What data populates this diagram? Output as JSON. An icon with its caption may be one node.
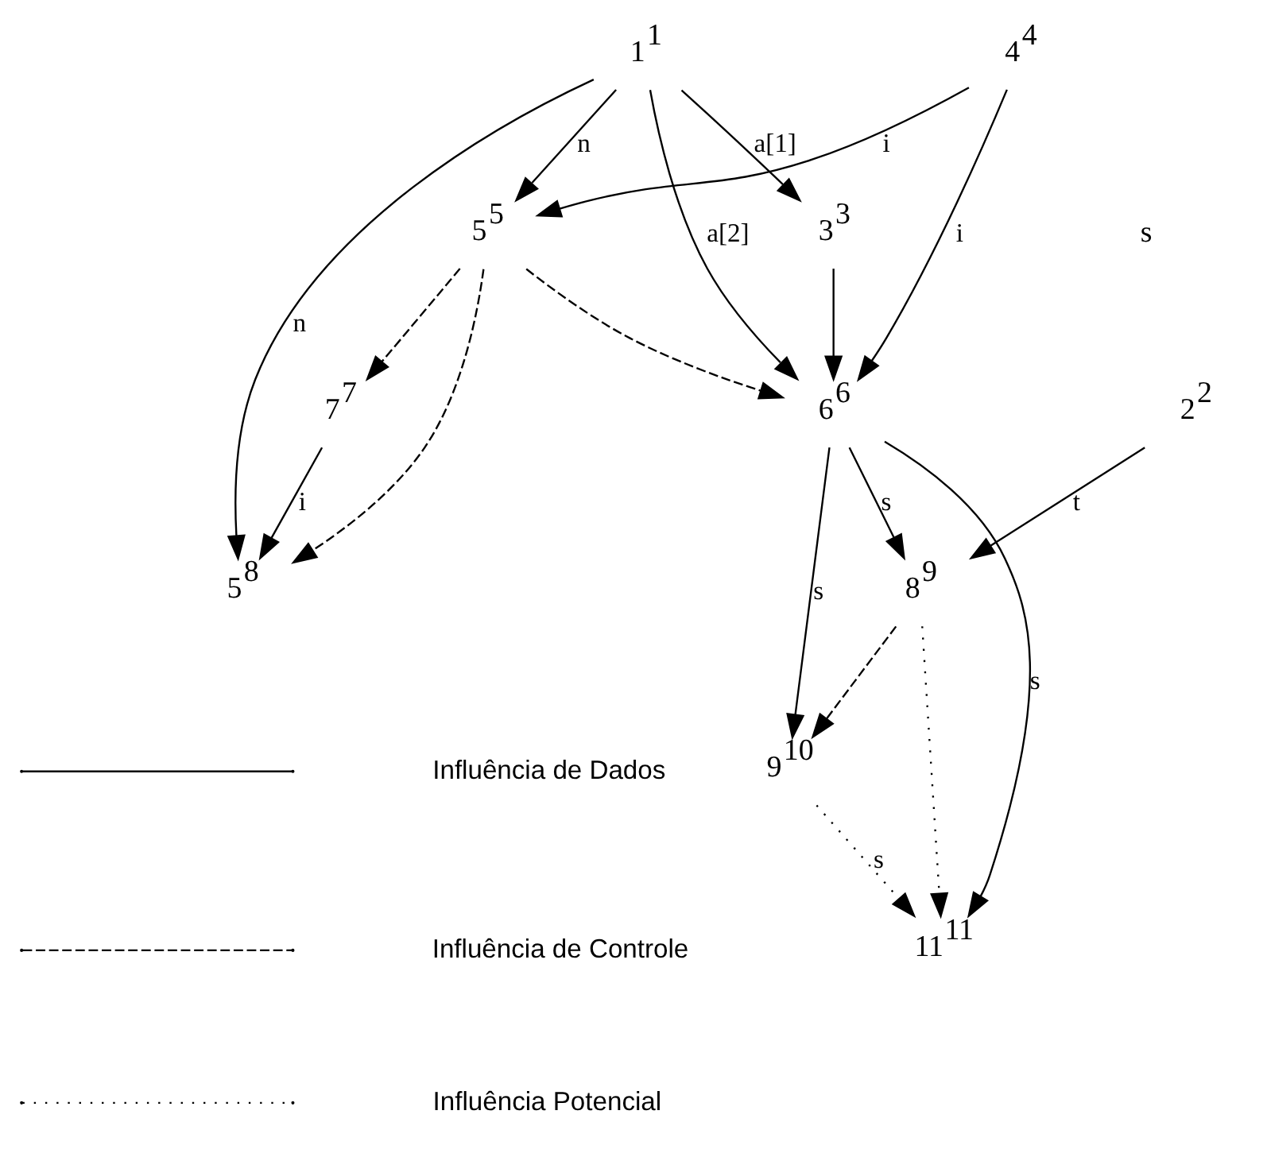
{
  "diagram": {
    "nodes": [
      {
        "text": [
          "1$^{1}$"
        ]
      },
      {
        "text": [
          "4$^{4}$"
        ]
      },
      {
        "text": [
          "3$^{3}$"
        ]
      },
      {
        "text": [
          "2$^{2}$"
        ]
      },
      {
        "text": [
          "5$^{5}$"
        ]
      },
      {
        "text": [
          "6$^{6}$"
        ]
      },
      {
        "text": [
          "7$^{7}$"
        ]
      },
      {
        "text": [
          "8$^{9}$"
        ]
      },
      {
        "text": [
          "5$^{8}$"
        ]
      },
      {
        "text": [
          "9$^{10}$"
        ]
      },
      {
        "text": [
          "11$^{11}$"
        ]
      }
    ],
    "edges": [
      {
        "from": 0,
        "to": 4,
        "arrow": "to",
        "label": "n"
      },
      {
        "from": 0,
        "to": 8,
        "arrow": "to",
        "label": "n"
      },
      {
        "from": 0,
        "to": 2,
        "arrow": "to",
        "label": "a[1]"
      },
      {
        "from": 0,
        "to": 5,
        "arrow": "to",
        "label": "a[2]"
      },
      {
        "from": 1,
        "to": 4,
        "arrow": "to",
        "label": "i"
      },
      {
        "from": 1,
        "to": 5,
        "arrow": "to",
        "label": "i"
      },
      {
        "from": 2,
        "to": 5,
        "arrow": "to"
      },
      {
        "from": 3,
        "to": 7,
        "arrow": "to",
        "label": "t"
      },
      {
        "from": 4,
        "to": 5,
        "arrow": "to",
        "style": "dashed"
      },
      {
        "from": 4,
        "to": 8,
        "arrow": "to",
        "style": "dashed"
      },
      {
        "from": 4,
        "to": 6,
        "arrow": "to",
        "style": "dashed"
      },
      {
        "from": 6,
        "to": 8,
        "arrow": "to",
        "label": "i"
      },
      {
        "from": 5,
        "to": 7,
        "arrow": "to",
        "label": "s"
      },
      {
        "from": 5,
        "to": 9,
        "arrow": "to",
        "label": "s"
      },
      {
        "from": 5,
        "to": 10,
        "arrow": "to",
        "label": "s"
      },
      {
        "from": 7,
        "to": 9,
        "arrow": "to",
        "style": "dashed"
      },
      {
        "from": 7,
        "to": 10,
        "arrow": "to",
        "style": "dashed"
      },
      {
        "from": 9,
        "to": 10,
        "arrow": "to",
        "style": "dashed",
        "label": "s"
      }
    ],
    "labels": [
      "s"
    ],
    "legend": [
      {
        "text": "Influência de Dados"
      },
      {
        "text": "Influência de Controle"
      },
      {
        "text": "Influência Potencial"
      }
    ]
  }
}
